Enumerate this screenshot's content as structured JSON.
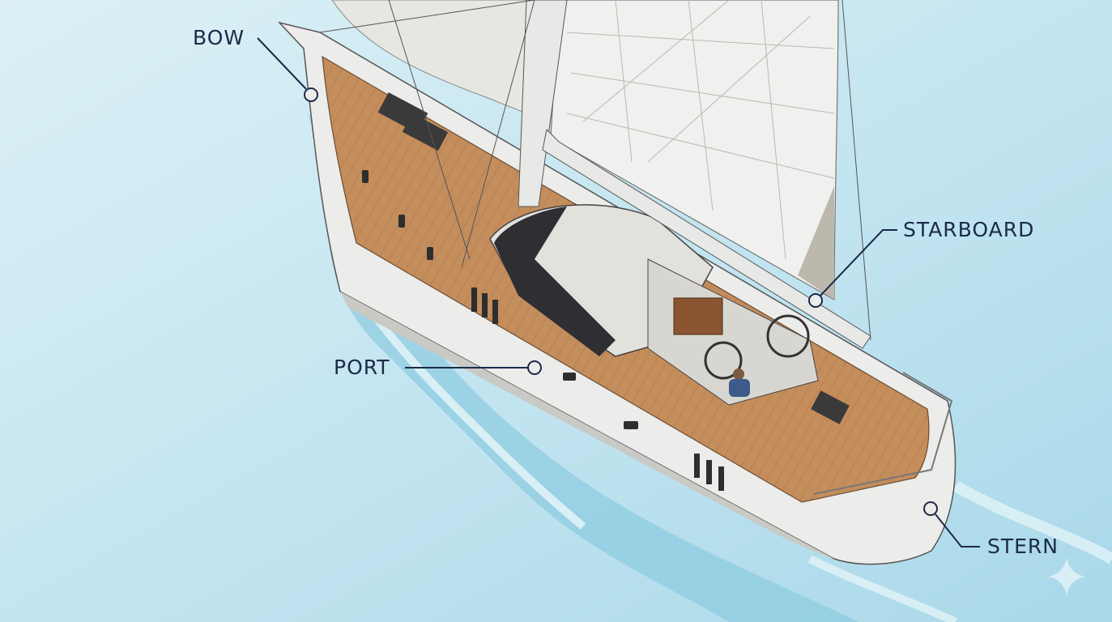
{
  "labels": {
    "bow": "BOW",
    "starboard": "STARBOARD",
    "port": "PORT",
    "stern": "STERN"
  },
  "colors": {
    "water": "#cfe9f2",
    "water_deep": "#9fd3e6",
    "hull": "#ececea",
    "deck": "#c08a5a",
    "sail": "#eeeeec",
    "label": "#1b2a48"
  }
}
